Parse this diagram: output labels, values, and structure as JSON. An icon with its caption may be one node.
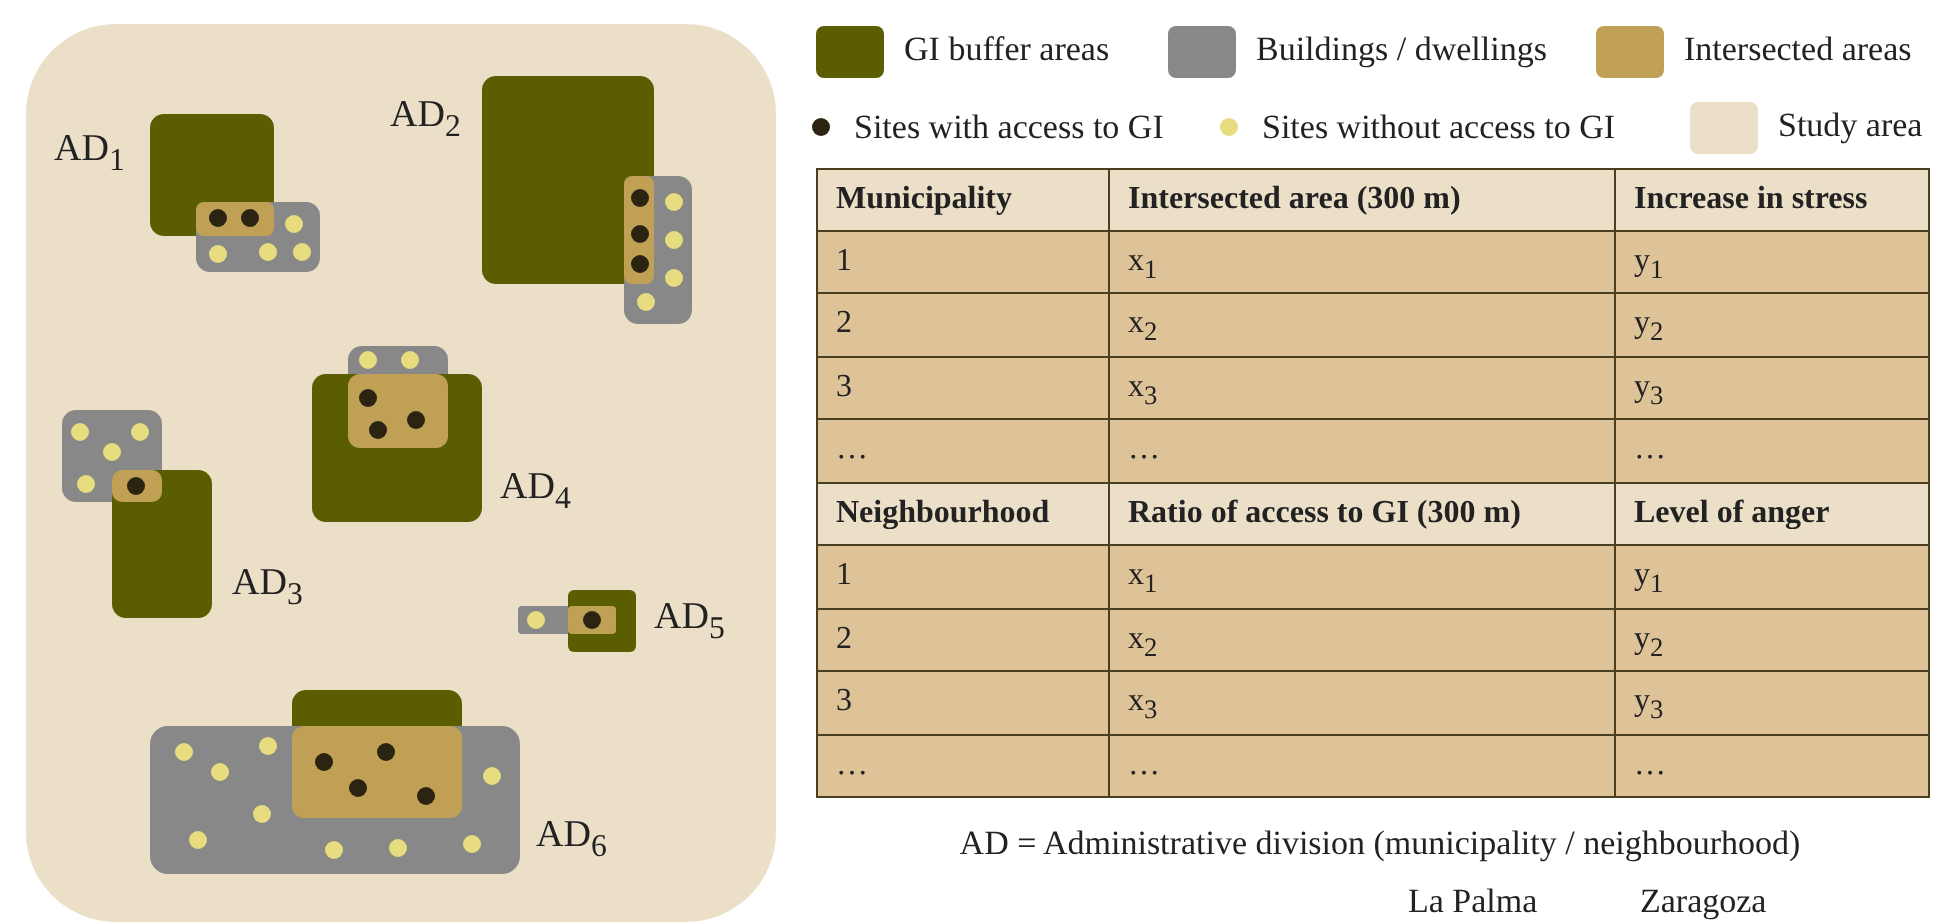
{
  "diagram": {
    "caption": "AD = Administrative division (municipality / neighbourhood)",
    "labels": [
      "AD$_{1}$",
      "AD$_{2}$",
      "AD$_{4}$",
      "AD$_{3}$",
      "AD$_{5}$",
      "AD$_{6}$",
      "Municipality",
      "Intersected area (300 m)",
      "Increase in stress",
      "1",
      "x$_{1}$",
      "y$_{1}$",
      "2",
      "x$_{2}$",
      "y$_{2}$",
      "3",
      "x$_{3}$",
      "y$_{3}$",
      "…",
      "…",
      "…",
      "Neighbourhood",
      "Ratio of access to GI (300 m)",
      "Level of anger",
      "1",
      "x$_{1}$",
      "y$_{1}$",
      "2",
      "x$_{2}$",
      "y$_{2}$",
      "3",
      "x$_{3}$",
      "y$_{3}$",
      "…",
      "…",
      "…",
      "La Palma",
      "Zaragoza"
    ],
    "legend": [
      {
        "text": "GI buffer areas",
        "color": "#5a5e00"
      },
      {
        "text": "Buildings / dwellings",
        "color": "#888888"
      },
      {
        "text": "Intersected areas",
        "color": "#c0a055"
      },
      {
        "text": "Sites with access to GI",
        "color": "#2b2410"
      },
      {
        "text": "Sites without access to GI",
        "color": "#e8dc80"
      },
      {
        "text": "Study area",
        "color": "#ebdfc8"
      }
    ]
  }
}
